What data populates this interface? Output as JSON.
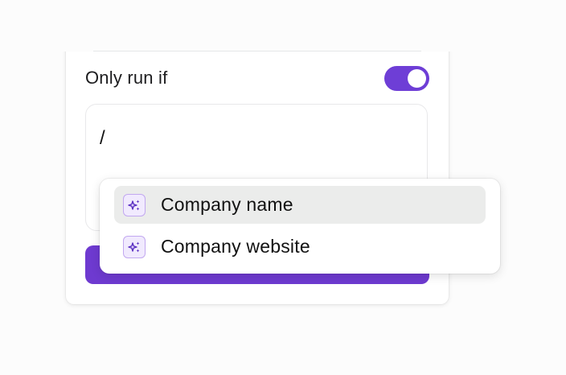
{
  "panel": {
    "condition_label": "Only run if",
    "toggle_on": true,
    "condition_input_value": "/",
    "accent_color": "#6e3ed6"
  },
  "dropdown": {
    "options": [
      {
        "label": "Company name",
        "icon": "sparkles-icon",
        "highlighted": true
      },
      {
        "label": "Company website",
        "icon": "sparkles-icon",
        "highlighted": false
      }
    ]
  }
}
